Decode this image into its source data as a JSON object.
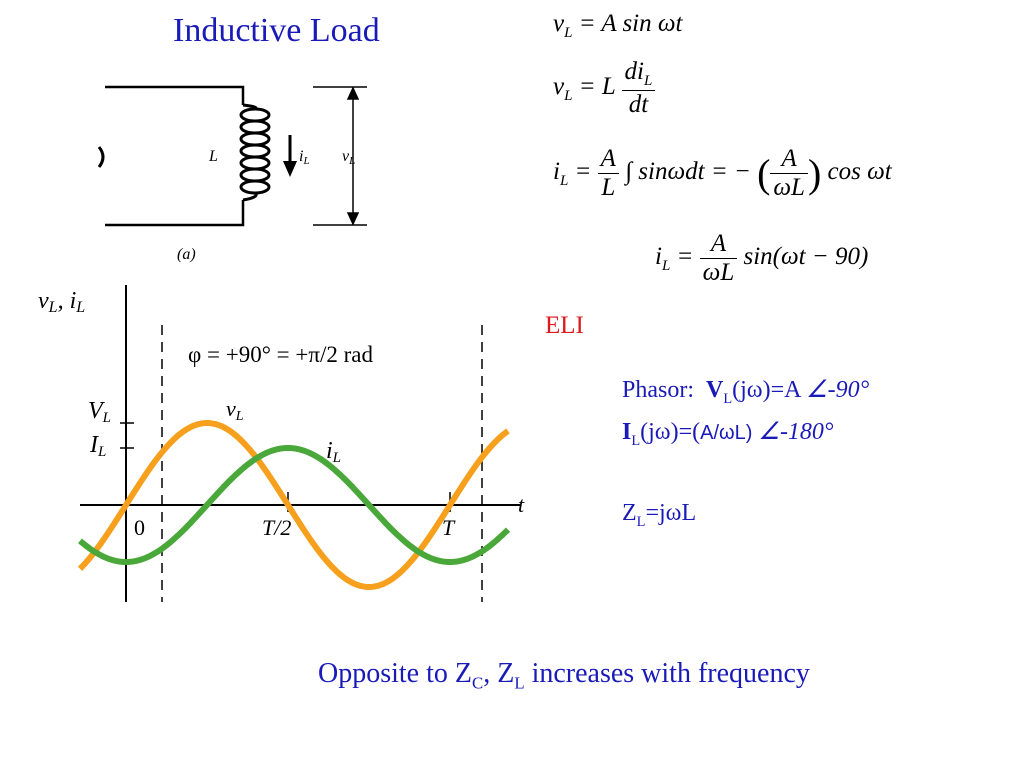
{
  "title": "Inductive Load",
  "circuit": {
    "inductor_label": "L",
    "current_label": "i",
    "current_sub": "L",
    "voltage_label": "v",
    "voltage_sub": "L",
    "caption": "(a)"
  },
  "equations": {
    "eq1": {
      "lhs": "v",
      "lhs_sub": "L",
      "rhs": "= A sin ωt"
    },
    "eq2": {
      "lhs": "v",
      "lhs_sub": "L",
      "mid": "= L",
      "num": "di",
      "num_sub": "L",
      "den": "dt"
    },
    "eq3": {
      "lhs": "i",
      "lhs_sub": "L",
      "eq": "=",
      "num1": "A",
      "den1": "L",
      "integral": "∫ sinωdt = −",
      "num2": "A",
      "den2": "ωL",
      "tail": "cos ωt"
    },
    "eq4": {
      "lhs": "i",
      "lhs_sub": "L",
      "eq": "=",
      "num": "A",
      "den": "ωL",
      "tail": "sin(ωt − 90)"
    }
  },
  "graph": {
    "y_axis_label": "v",
    "y_axis_label_sub": "L",
    "y_axis_label_sep": ", ",
    "y_axis_label2": "i",
    "y_axis_label2_sub": "L",
    "phase_text": "φ = +90° = +π/2 rad",
    "vl_tick": "V",
    "vl_tick_sub": "L",
    "il_tick": "I",
    "il_tick_sub": "L",
    "vl_curve_label": "v",
    "vl_curve_sub": "L",
    "il_curve_label": "i",
    "il_curve_sub": "L",
    "x_tick_0": "0",
    "x_tick_half": "T/2",
    "x_tick_T": "T",
    "x_axis_label": "t",
    "colors": {
      "voltage": "#f7a01e",
      "current": "#4aa83a"
    }
  },
  "eli": "ELI",
  "phasor": {
    "line1_prefix": "Phasor:",
    "line1_sym": "V",
    "line1_sub": "L",
    "line1_mid": "(jω)=A ",
    "line1_angle": "∠-90°",
    "line2_sym": "I",
    "line2_sub": "L",
    "line2_mid": "(jω)=(",
    "line2_frac": "A/ωL)",
    "line2_angle": "∠-180°",
    "line3_sym": "Z",
    "line3_sub": "L",
    "line3_rest": "=jωL"
  },
  "footer": {
    "prefix": "Opposite to Z",
    "sub1": "C",
    "mid": ", Z",
    "sub2": "L",
    "suffix": " increases with frequency"
  }
}
